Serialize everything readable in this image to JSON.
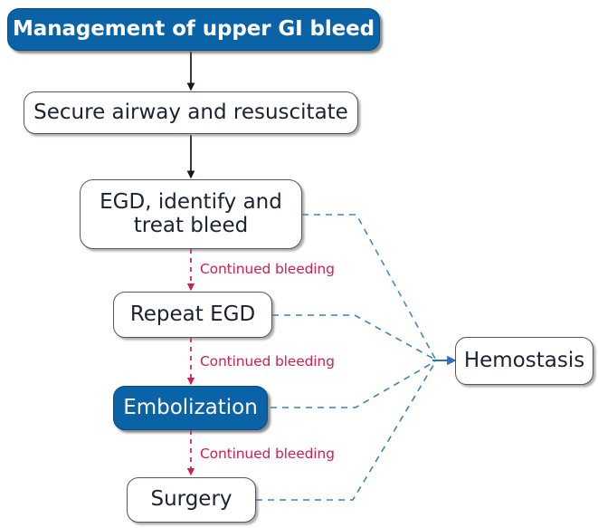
{
  "diagram": {
    "title": "Management of upper GI bleed",
    "colors": {
      "primary_blue": "#0b63a7",
      "blue_border": "#0d4a7a",
      "dashed_blue": "#2e6fb8",
      "bleeding_red": "#d01f53",
      "box_border": "#55585b",
      "text_dark": "#1b2330"
    },
    "nodes": [
      {
        "id": "header",
        "label": "Management of upper GI bleed",
        "style": "blue-header"
      },
      {
        "id": "secure-airway",
        "label": "Secure airway and resuscitate",
        "style": "plain"
      },
      {
        "id": "egd",
        "label": "EGD, identify and treat bleed",
        "style": "plain"
      },
      {
        "id": "repeat-egd",
        "label": "Repeat EGD",
        "style": "plain"
      },
      {
        "id": "embolization",
        "label": "Embolization",
        "style": "blue"
      },
      {
        "id": "surgery",
        "label": "Surgery",
        "style": "plain"
      },
      {
        "id": "hemostasis",
        "label": "Hemostasis",
        "style": "plain"
      }
    ],
    "edge_labels": [
      {
        "id": "bleed-1",
        "label": "Continued bleeding"
      },
      {
        "id": "bleed-2",
        "label": "Continued bleeding"
      },
      {
        "id": "bleed-3",
        "label": "Continued bleeding"
      }
    ],
    "egd_line_1": "EGD, identify and",
    "egd_line_2": "treat bleed"
  }
}
